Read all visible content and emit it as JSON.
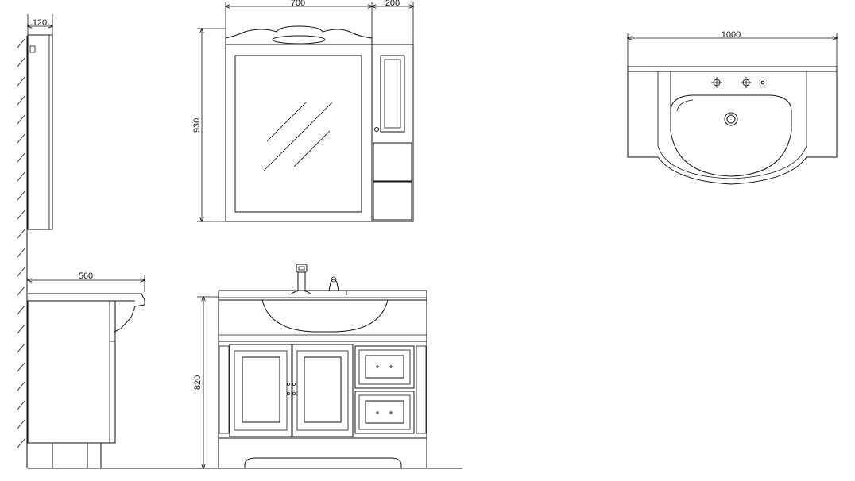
{
  "drawing": {
    "side_mirror_depth": "120",
    "mirror_width": "700",
    "cabinet_width": "200",
    "mirror_height": "930",
    "basin_width": "1000",
    "vanity_depth": "560",
    "vanity_height": "820"
  },
  "colors": {
    "line": "#111111",
    "background": "#ffffff"
  }
}
